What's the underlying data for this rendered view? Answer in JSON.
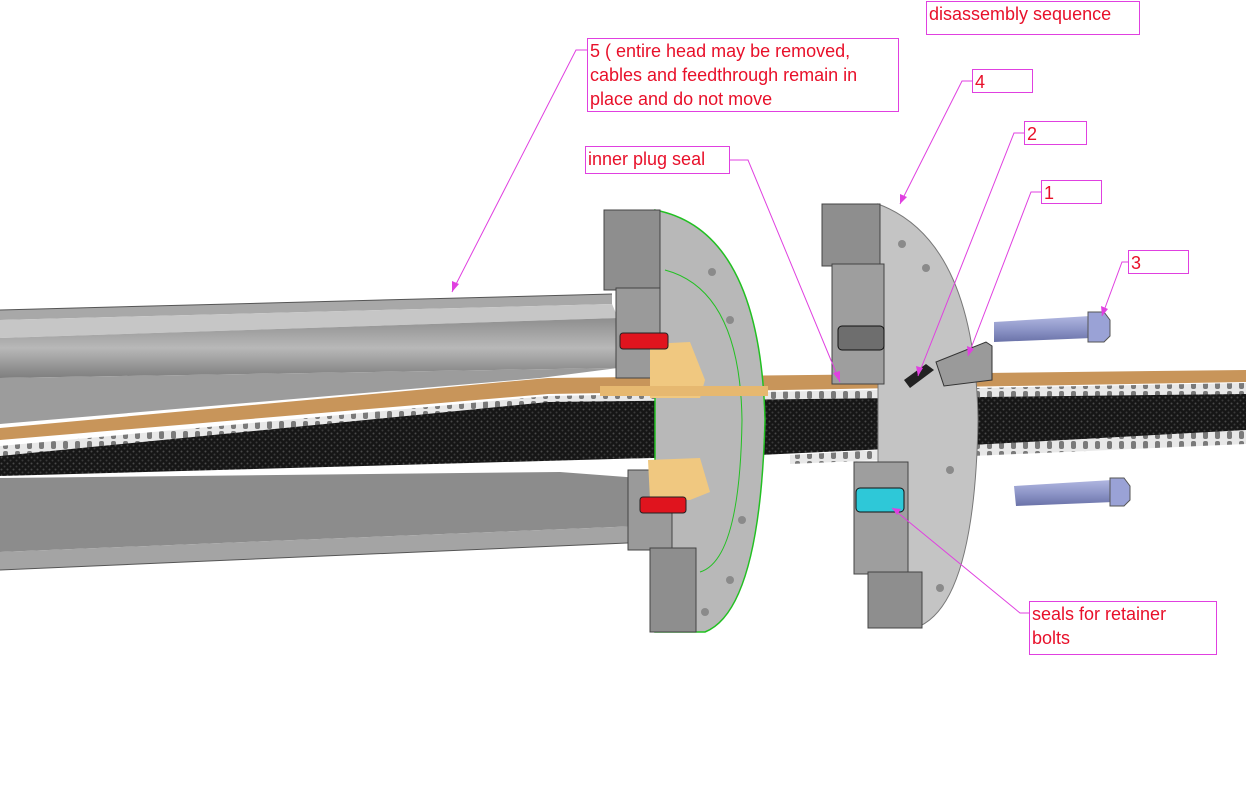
{
  "diagram": {
    "title": "disassembly sequence",
    "labels": {
      "step5_note": "5 ( entire head may be removed,\ncables and feedthrough remain in\nplace and do not move",
      "inner_plug_seal": "inner plug seal",
      "step4": "4",
      "step2": "2",
      "step1": "1",
      "step3": "3",
      "seals_note": "seals for retainer\nbolts"
    },
    "colors": {
      "callout_text": "#e8102a",
      "leader_line": "#e040e0",
      "housing_gray": "#9a9a9a",
      "flange_gray": "#b4b4b4",
      "cable_tan": "#c8955a",
      "seal_red": "#e0141e",
      "seal_cyan": "#2ec8d8",
      "bolt_blue": "#8e96c8",
      "flange_outline": "#22c022"
    }
  }
}
